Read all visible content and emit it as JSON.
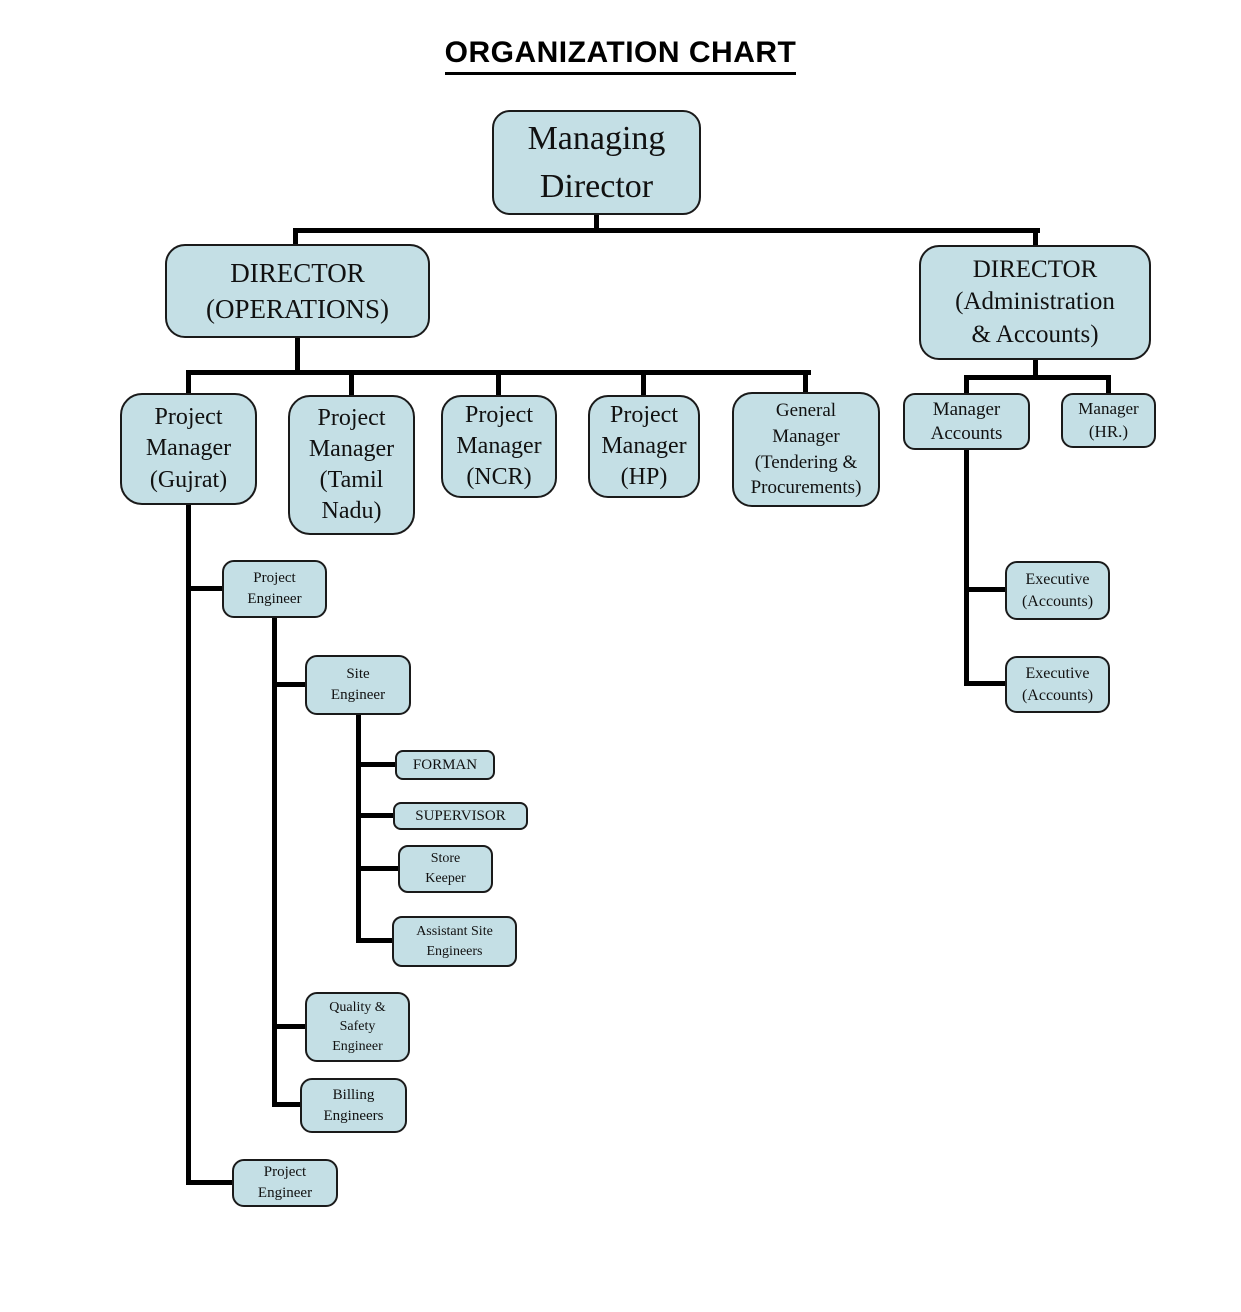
{
  "title": "ORGANIZATION CHART",
  "colors": {
    "box_fill": "#c4dfe5",
    "box_border": "#1a1a1a",
    "connector": "#000000",
    "background": "#ffffff",
    "title_color": "#000000"
  },
  "nodes": {
    "managing_director": "Managing\nDirector",
    "director_operations": "DIRECTOR\n(OPERATIONS)",
    "director_admin_accounts": "DIRECTOR\n(Administration\n& Accounts)",
    "pm_gujrat": "Project\nManager\n(Gujrat)",
    "pm_tamil_nadu": "Project\nManager\n(Tamil\nNadu)",
    "pm_ncr": "Project\nManager\n(NCR)",
    "pm_hp": "Project\nManager\n(HP)",
    "gm_tendering_procurements": "General\nManager\n(Tendering &\nProcurements)",
    "manager_accounts": "Manager\nAccounts",
    "manager_hr": "Manager\n(HR.)",
    "executive_accounts_1": "Executive\n(Accounts)",
    "executive_accounts_2": "Executive\n(Accounts)",
    "project_engineer_1": "Project\nEngineer",
    "site_engineer": "Site\nEngineer",
    "forman": "FORMAN",
    "supervisor": "SUPERVISOR",
    "store_keeper": "Store\nKeeper",
    "assistant_site_engineers": "Assistant Site\nEngineers",
    "quality_safety_engineer": "Quality &\nSafety\nEngineer",
    "billing_engineers": "Billing\nEngineers",
    "project_engineer_2": "Project\nEngineer"
  }
}
